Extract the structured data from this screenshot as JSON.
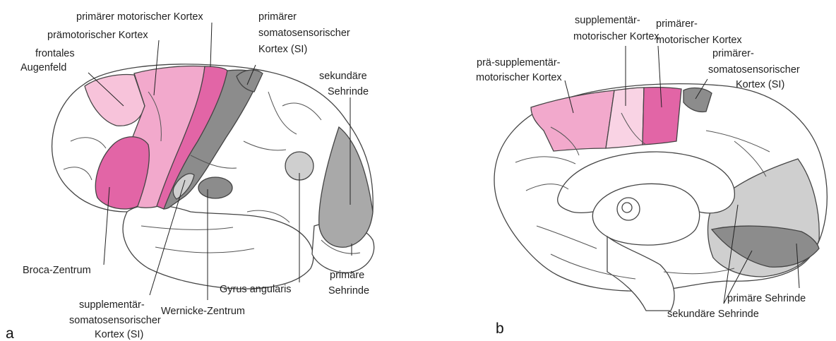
{
  "panel_a": {
    "letter": "a",
    "labels": {
      "primary_motor": "primärer motorischer Kortex",
      "premotor": "prämotorischer Kortex",
      "frontal_eye_field": [
        "frontales",
        "Augenfeld"
      ],
      "primary_somatosensory": [
        "primärer",
        "somatosensorischer",
        "Kortex (SI)"
      ],
      "secondary_visual": [
        "sekundäre",
        "Sehrinde"
      ],
      "broca": "Broca-Zentrum",
      "supplementary_somatosensory": [
        "supplementär-",
        "somatosensorischer",
        "Kortex (SI)"
      ],
      "wernicke": "Wernicke-Zentrum",
      "angular_gyrus": "Gyrus angularis",
      "primary_visual": [
        "primäre",
        "Sehrinde"
      ]
    }
  },
  "panel_b": {
    "letter": "b",
    "labels": {
      "supplementary_motor": [
        "supplementär-",
        "motorischer Kortex"
      ],
      "primary_motor": [
        "primärer-",
        "motorischer Kortex"
      ],
      "pre_supplementary_motor": [
        "prä-supplementär-",
        "motorischer Kortex"
      ],
      "primary_somatosensory": [
        "primärer-",
        "somatosensorischer",
        "Kortex (SI)"
      ],
      "primary_visual": "primäre Sehrinde",
      "secondary_visual": "sekundäre Sehrinde"
    }
  },
  "colors": {
    "primary_motor": "#e265a6",
    "premotor": "#f2a9cc",
    "frontal_eye_field": "#f7c3da",
    "supplementary_light": "#f9d3e4",
    "somatosensory_dark": "#8c8c8c",
    "somatosensory_mid": "#a9a9a9",
    "light_gray": "#cfcfcf",
    "outline": "#444444"
  }
}
